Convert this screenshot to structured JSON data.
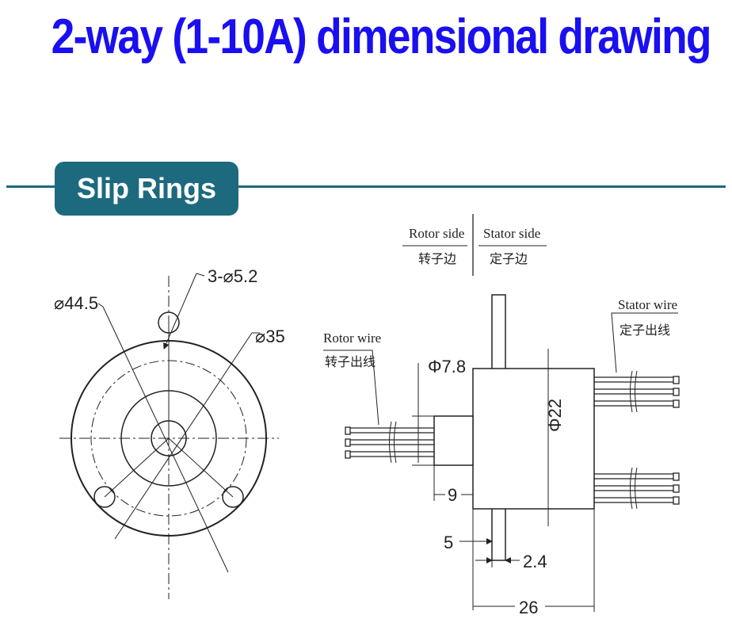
{
  "title": "2-way (1-10A) dimensional drawing",
  "badge": "Slip Rings",
  "front_view": {
    "outer_diameter": "⌀44.5",
    "holes": "3-⌀5.2",
    "pitch_circle": "⌀35"
  },
  "side_view": {
    "rotor_side_en": "Rotor side",
    "rotor_side_cn": "转子边",
    "stator_side_en": "Stator side",
    "stator_side_cn": "定子边",
    "rotor_wire_en": "Rotor wire",
    "rotor_wire_cn": "转子出线",
    "stator_wire_en": "Stator wire",
    "stator_wire_cn": "定子出线",
    "shaft_diameter": "Φ7.8",
    "body_diameter": "Φ22",
    "shaft_length": "9",
    "flange_offset": "5",
    "flange_thickness": "2.4",
    "overall_length": "26"
  }
}
